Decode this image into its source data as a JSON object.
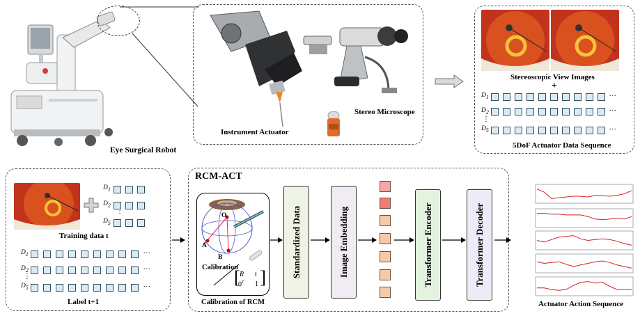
{
  "top": {
    "robot_label": "Eye Surgical Robot",
    "instrument_label": "Instrument Actuator",
    "microscope_label": "Stereo Microscope",
    "stereo_label": "Stereoscopic View Images",
    "plus_sign": "+",
    "sequence_label": "5DoF Actuator Data Sequence",
    "d_labels": [
      "D",
      "D",
      "D"
    ],
    "d_subs": [
      "1",
      "2",
      "5"
    ],
    "ellipsis": "...",
    "vdots": "⋮"
  },
  "training": {
    "training_label": "Training data t",
    "label_label": "Label t+1",
    "d_labels": [
      "D",
      "D",
      "D"
    ],
    "d_subs": [
      "1",
      "2",
      "5"
    ],
    "ellipsis": "...",
    "vdots": "⋮"
  },
  "rcm": {
    "title": "RCM-ACT",
    "calibration_label": "Calibration",
    "calibration_caption": "Calibration of RCM",
    "point_o": "O",
    "point_a": "A",
    "point_b": "B",
    "matrix_r": "R",
    "matrix_t": "t",
    "matrix_0": "0",
    "matrix_sup": "T",
    "matrix_1": "1",
    "blocks": [
      "Standardized Data",
      "Image Embedding",
      "Transformer Encoder",
      "Transformer Decoder"
    ],
    "block_colors": [
      "#eef3e6",
      "#f1ecf4",
      "#e4f3df",
      "#ecebf6"
    ]
  },
  "output": {
    "label": "Actuator Action Sequence",
    "line_color": "#d42020"
  },
  "tokens": {
    "colors": [
      "#f4a9a3",
      "#f27a70",
      "#f7c9a8",
      "#f7c9a8",
      "#f7c9a8",
      "#f7c9a8",
      "#f7c9a8",
      "#f7c9a8"
    ]
  }
}
